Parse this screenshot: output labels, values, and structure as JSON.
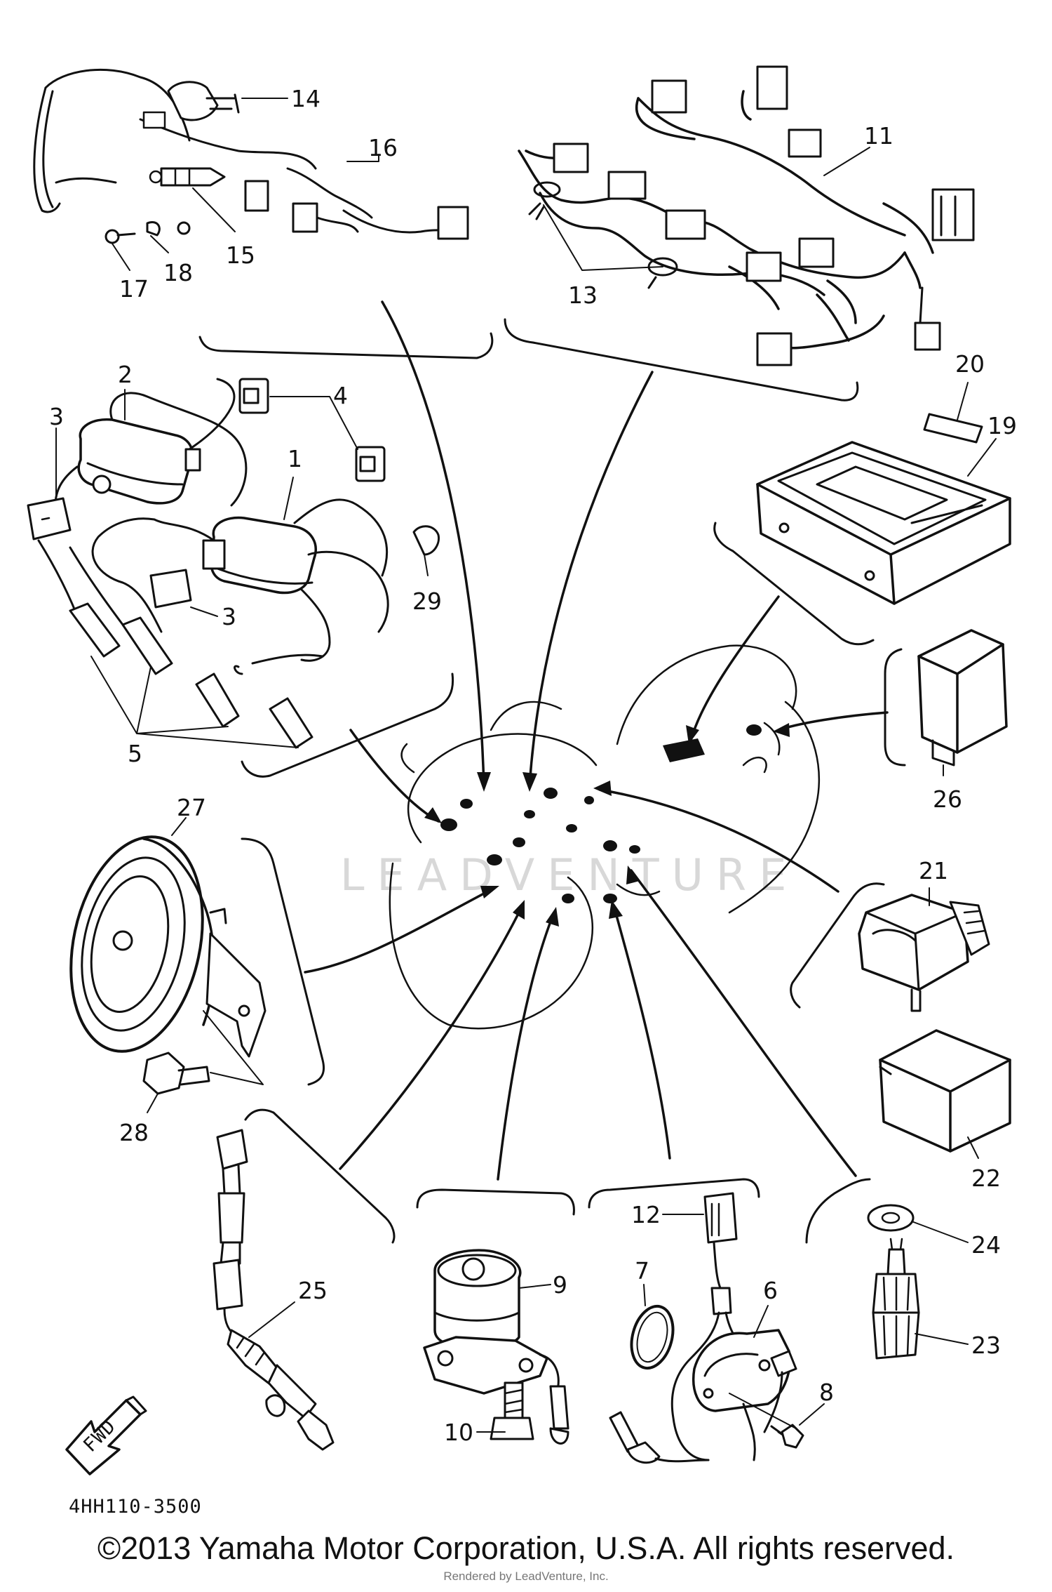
{
  "diagram": {
    "watermark": "LEADVENTURE",
    "code": "4HH110-3500",
    "fwd_label": "FWD",
    "copyright": "©2013 Yamaha Motor Corporation, U.S.A. All rights reserved.",
    "rendered_by": "Rendered by LeadVenture, Inc.",
    "callouts": {
      "n1": "1",
      "n2": "2",
      "n3a": "3",
      "n3b": "3",
      "n4": "4",
      "n5": "5",
      "n6": "6",
      "n7": "7",
      "n8": "8",
      "n9": "9",
      "n10": "10",
      "n11": "11",
      "n12": "12",
      "n13": "13",
      "n14": "14",
      "n15": "15",
      "n16": "16",
      "n17": "17",
      "n18": "18",
      "n19": "19",
      "n20": "20",
      "n21": "21",
      "n22": "22",
      "n23": "23",
      "n24": "24",
      "n25": "25",
      "n26": "26",
      "n27": "27",
      "n28": "28",
      "n29": "29"
    }
  }
}
